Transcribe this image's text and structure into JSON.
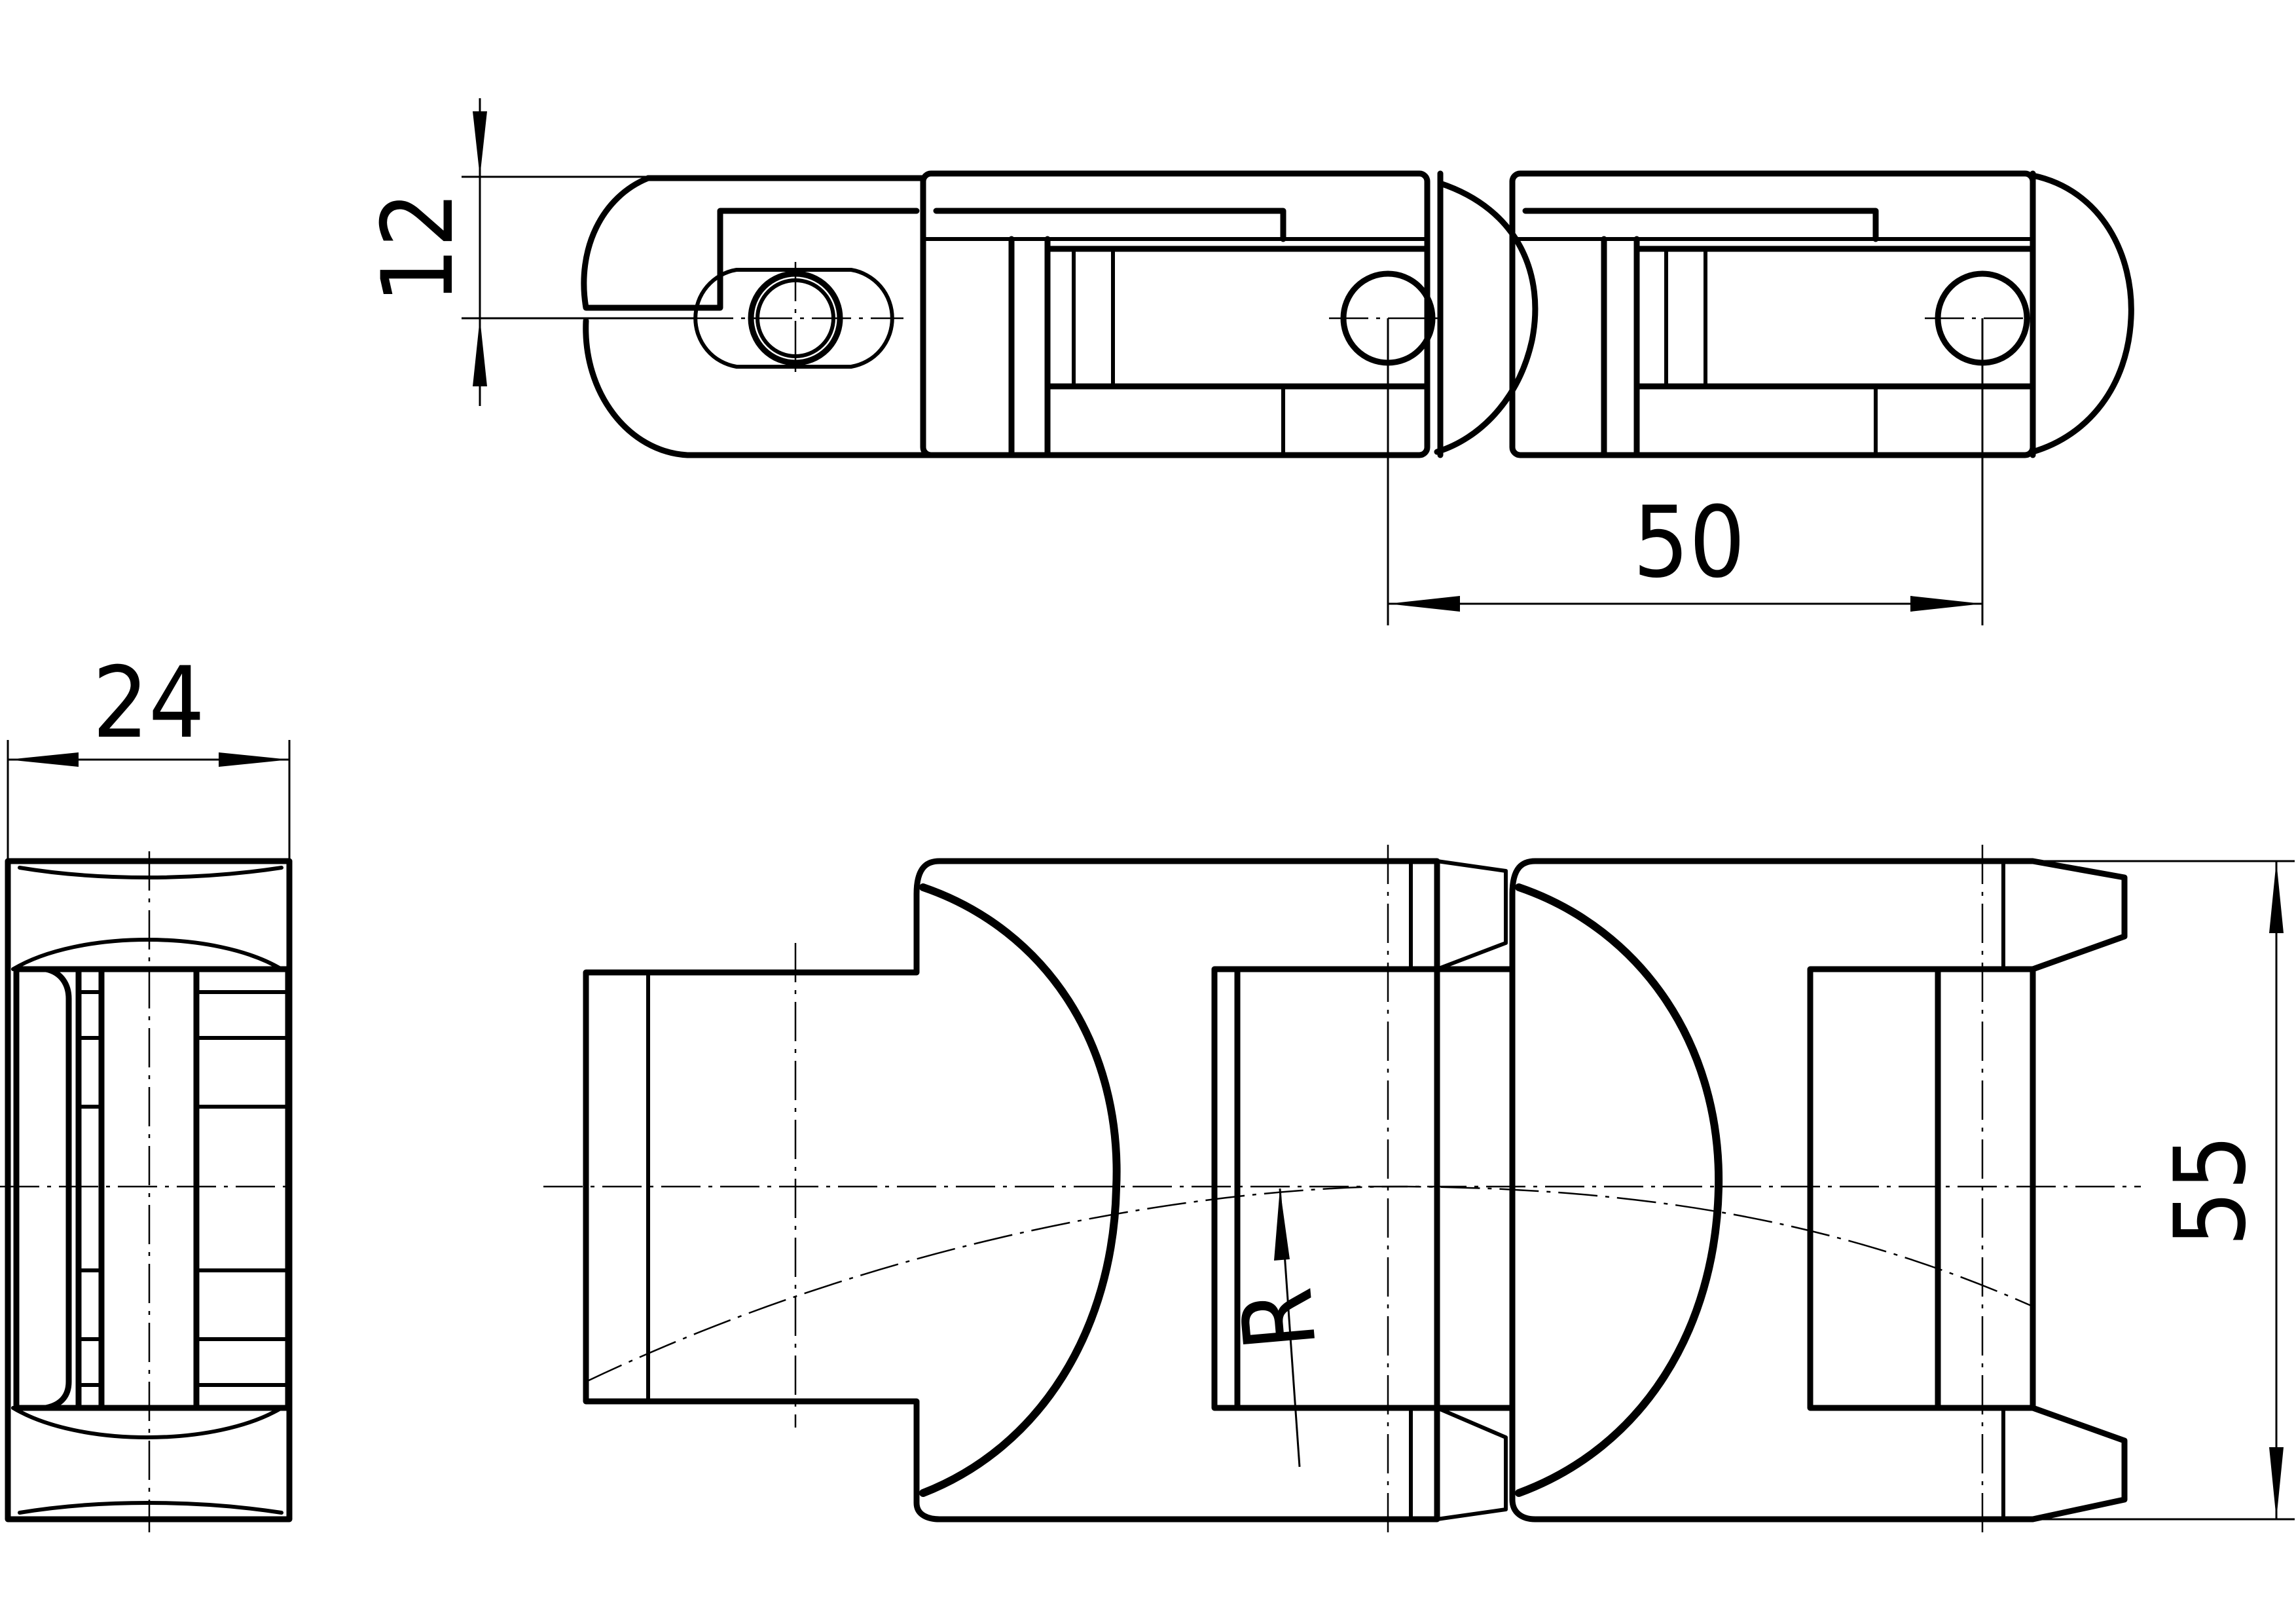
{
  "dimensions": {
    "height": "12",
    "pitch": "50",
    "width": "24",
    "length": "55",
    "radius": "R"
  },
  "colors": {
    "line": "#000000",
    "background": "#ffffff"
  }
}
